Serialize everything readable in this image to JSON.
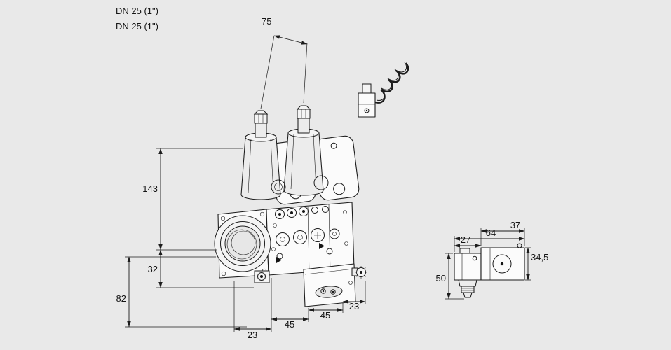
{
  "page": {
    "background": "#e9e9e9",
    "ink": "#1c1c1c",
    "description_visible_content_only": true
  },
  "labels": {
    "dn_line1": "DN 25 (1\")",
    "dn_line2": "DN 25 (1\")"
  },
  "dimensions_mm": {
    "solenoid_spacing": "75",
    "body_height": "143",
    "flange_offset": "32",
    "base_height": "82",
    "bottom_chain": [
      "23",
      "45",
      "45",
      "23"
    ],
    "side_view": {
      "coil_width": "27",
      "total_width": "64",
      "body_width": "37",
      "body_height": "34,5",
      "total_height": "50"
    }
  }
}
